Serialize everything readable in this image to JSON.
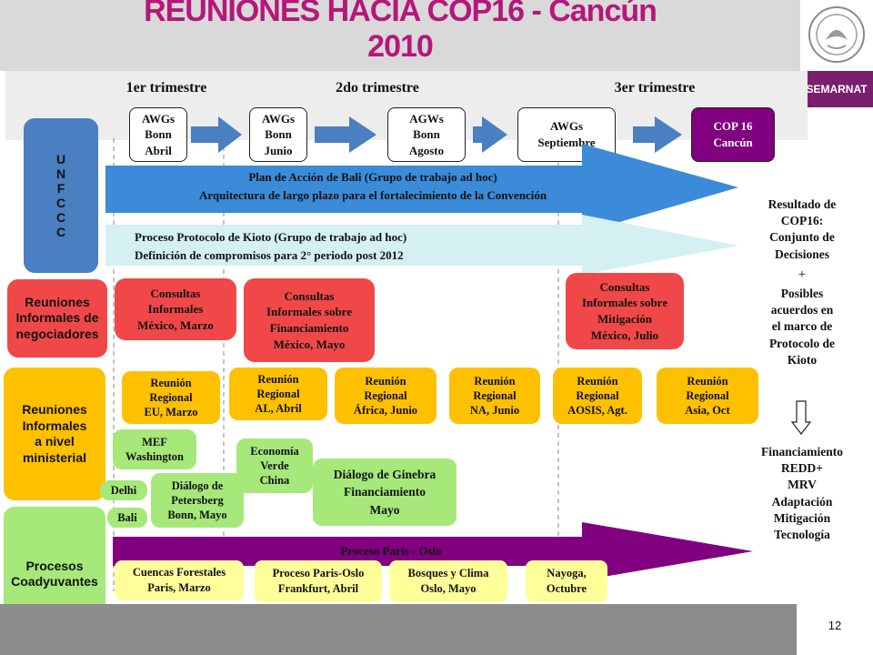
{
  "title": "REUNIONES HACIA COP16 - Cancún 2010",
  "logo_label": "SEMARNAT",
  "page_number": "12",
  "colors": {
    "title": "#b5177a",
    "blue_side": "#4a7fc1",
    "blue_band": "#3b8bd9",
    "light_band": "#d4f0f3",
    "red": "#f04848",
    "yellow": "#ffc000",
    "green": "#a6e87a",
    "light_yellow": "#ffff9a",
    "purple": "#800080"
  },
  "quarters": [
    "1er trimestre",
    "2do trimestre",
    "3er trimestre"
  ],
  "milestones": [
    "AWGs\nBonn\nAbril",
    "AWGs\nBonn\nJunio",
    "AGWs\nBonn\nAgosto",
    "AWGs\nSeptiembre",
    "COP 16\nCancún"
  ],
  "row_labels": {
    "unfccc": "U\nN\nF\nC\nC\nC",
    "negotiators": "Reuniones\nInformales de\nnegociadores",
    "ministerial": "Reuniones\nInformales\na nivel\nministerial",
    "processes": "Procesos\nCoadyuvantes"
  },
  "bands": {
    "bali_plan": "Plan de Acción de Bali (Grupo de trabajo ad hoc)\nArquitectura de largo plazo para el fortalecimiento  de la Convención",
    "kyoto": "Proceso Protocolo de Kioto (Grupo de trabajo ad hoc)\nDefinición de compromisos para 2° periodo post 2012",
    "paris_oslo": "Proceso Paris - Oslo"
  },
  "consultations": [
    "Consultas\nInformales\nMéxico, Marzo",
    "Consultas\nInformales sobre\nFinanciamiento\nMéxico, Mayo",
    "Consultas\nInformales sobre\nMitigación\nMéxico, Julio"
  ],
  "regional_meetings": [
    "Reunión\nRegional\nEU, Marzo",
    "Reunión\nRegional\nAL, Abril",
    "Reunión\nRegional\nÁfrica, Junio",
    "Reunión\nRegional\nNA, Junio",
    "Reunión\nRegional\nAOSIS, Agt.",
    "Reunión\nRegional\nAsia, Oct"
  ],
  "ministerial_items": {
    "mef": "MEF\nWashington",
    "delhi": "Delhi",
    "bali": "Bali",
    "petersberg": "Diálogo de\nPetersberg\nBonn, Mayo",
    "green_economy": "Economía\nVerde\nChina",
    "geneva": "Diálogo de Ginebra\nFinanciamiento\nMayo"
  },
  "process_items": [
    "Cuencas Forestales\nParis, Marzo",
    "Proceso Paris-Oslo\nFrankfurt, Abril",
    "Bosques y Clima\nOslo, Mayo",
    "Nayoga,\nOctubre"
  ],
  "results": {
    "cop16": "Resultado de\nCOP16:\nConjunto de\nDecisiones",
    "plus": "+",
    "kyoto_agreements": "Posibles\nacuerdos en\nel marco de\nProtocolo de\nKioto",
    "topics": "Financiamiento\nREDD+\nMRV\nAdaptación\nMitigación\nTecnología"
  }
}
